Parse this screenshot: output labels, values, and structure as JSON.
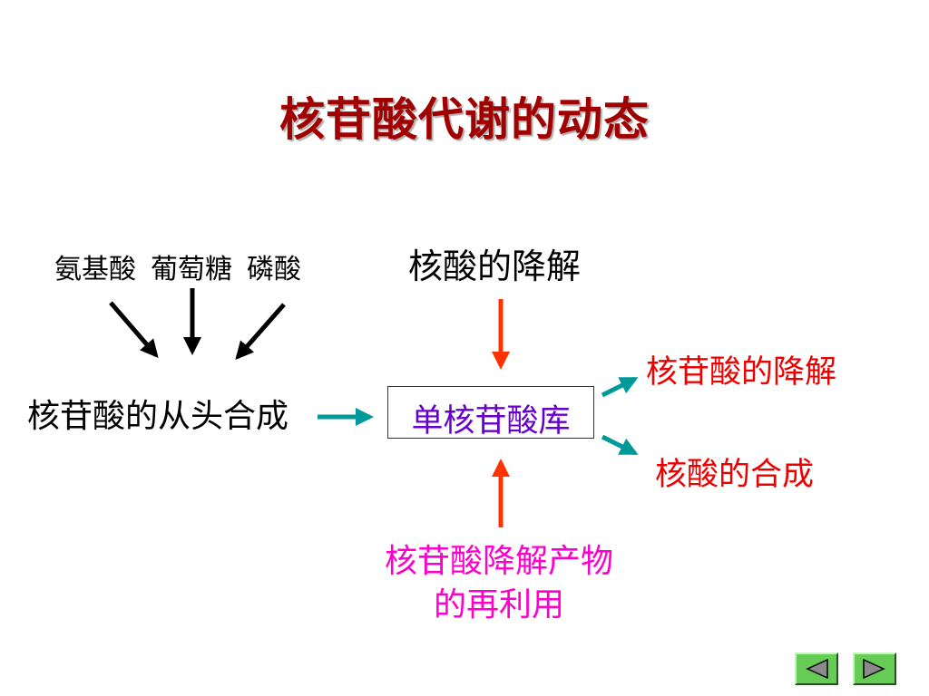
{
  "slide": {
    "title": "核苷酸代谢的动态"
  },
  "diagram": {
    "inputs": [
      "氨基酸",
      "葡萄糖",
      "磷酸"
    ],
    "nucleic_acid_degradation": "核酸的降解",
    "de_novo_synthesis": "核苷酸的从头合成",
    "pool": "单核苷酸库",
    "outputs": {
      "nucleotide_degradation": "核苷酸的降解",
      "nucleic_acid_synthesis": "核酸的合成"
    },
    "salvage": {
      "line1": "核苷酸降解产物",
      "line2": "的再利用"
    }
  },
  "colors": {
    "title": "#a00000",
    "pool_text": "#6600cc",
    "outputs_text": "#ee0000",
    "salvage_text": "#ff00cc",
    "red_arrow": "#ff3300",
    "teal_arrow": "#009999",
    "nav_button": "#66cc55"
  },
  "navigation": {
    "prev_icon": "triangle-left-icon",
    "next_icon": "triangle-right-icon"
  }
}
